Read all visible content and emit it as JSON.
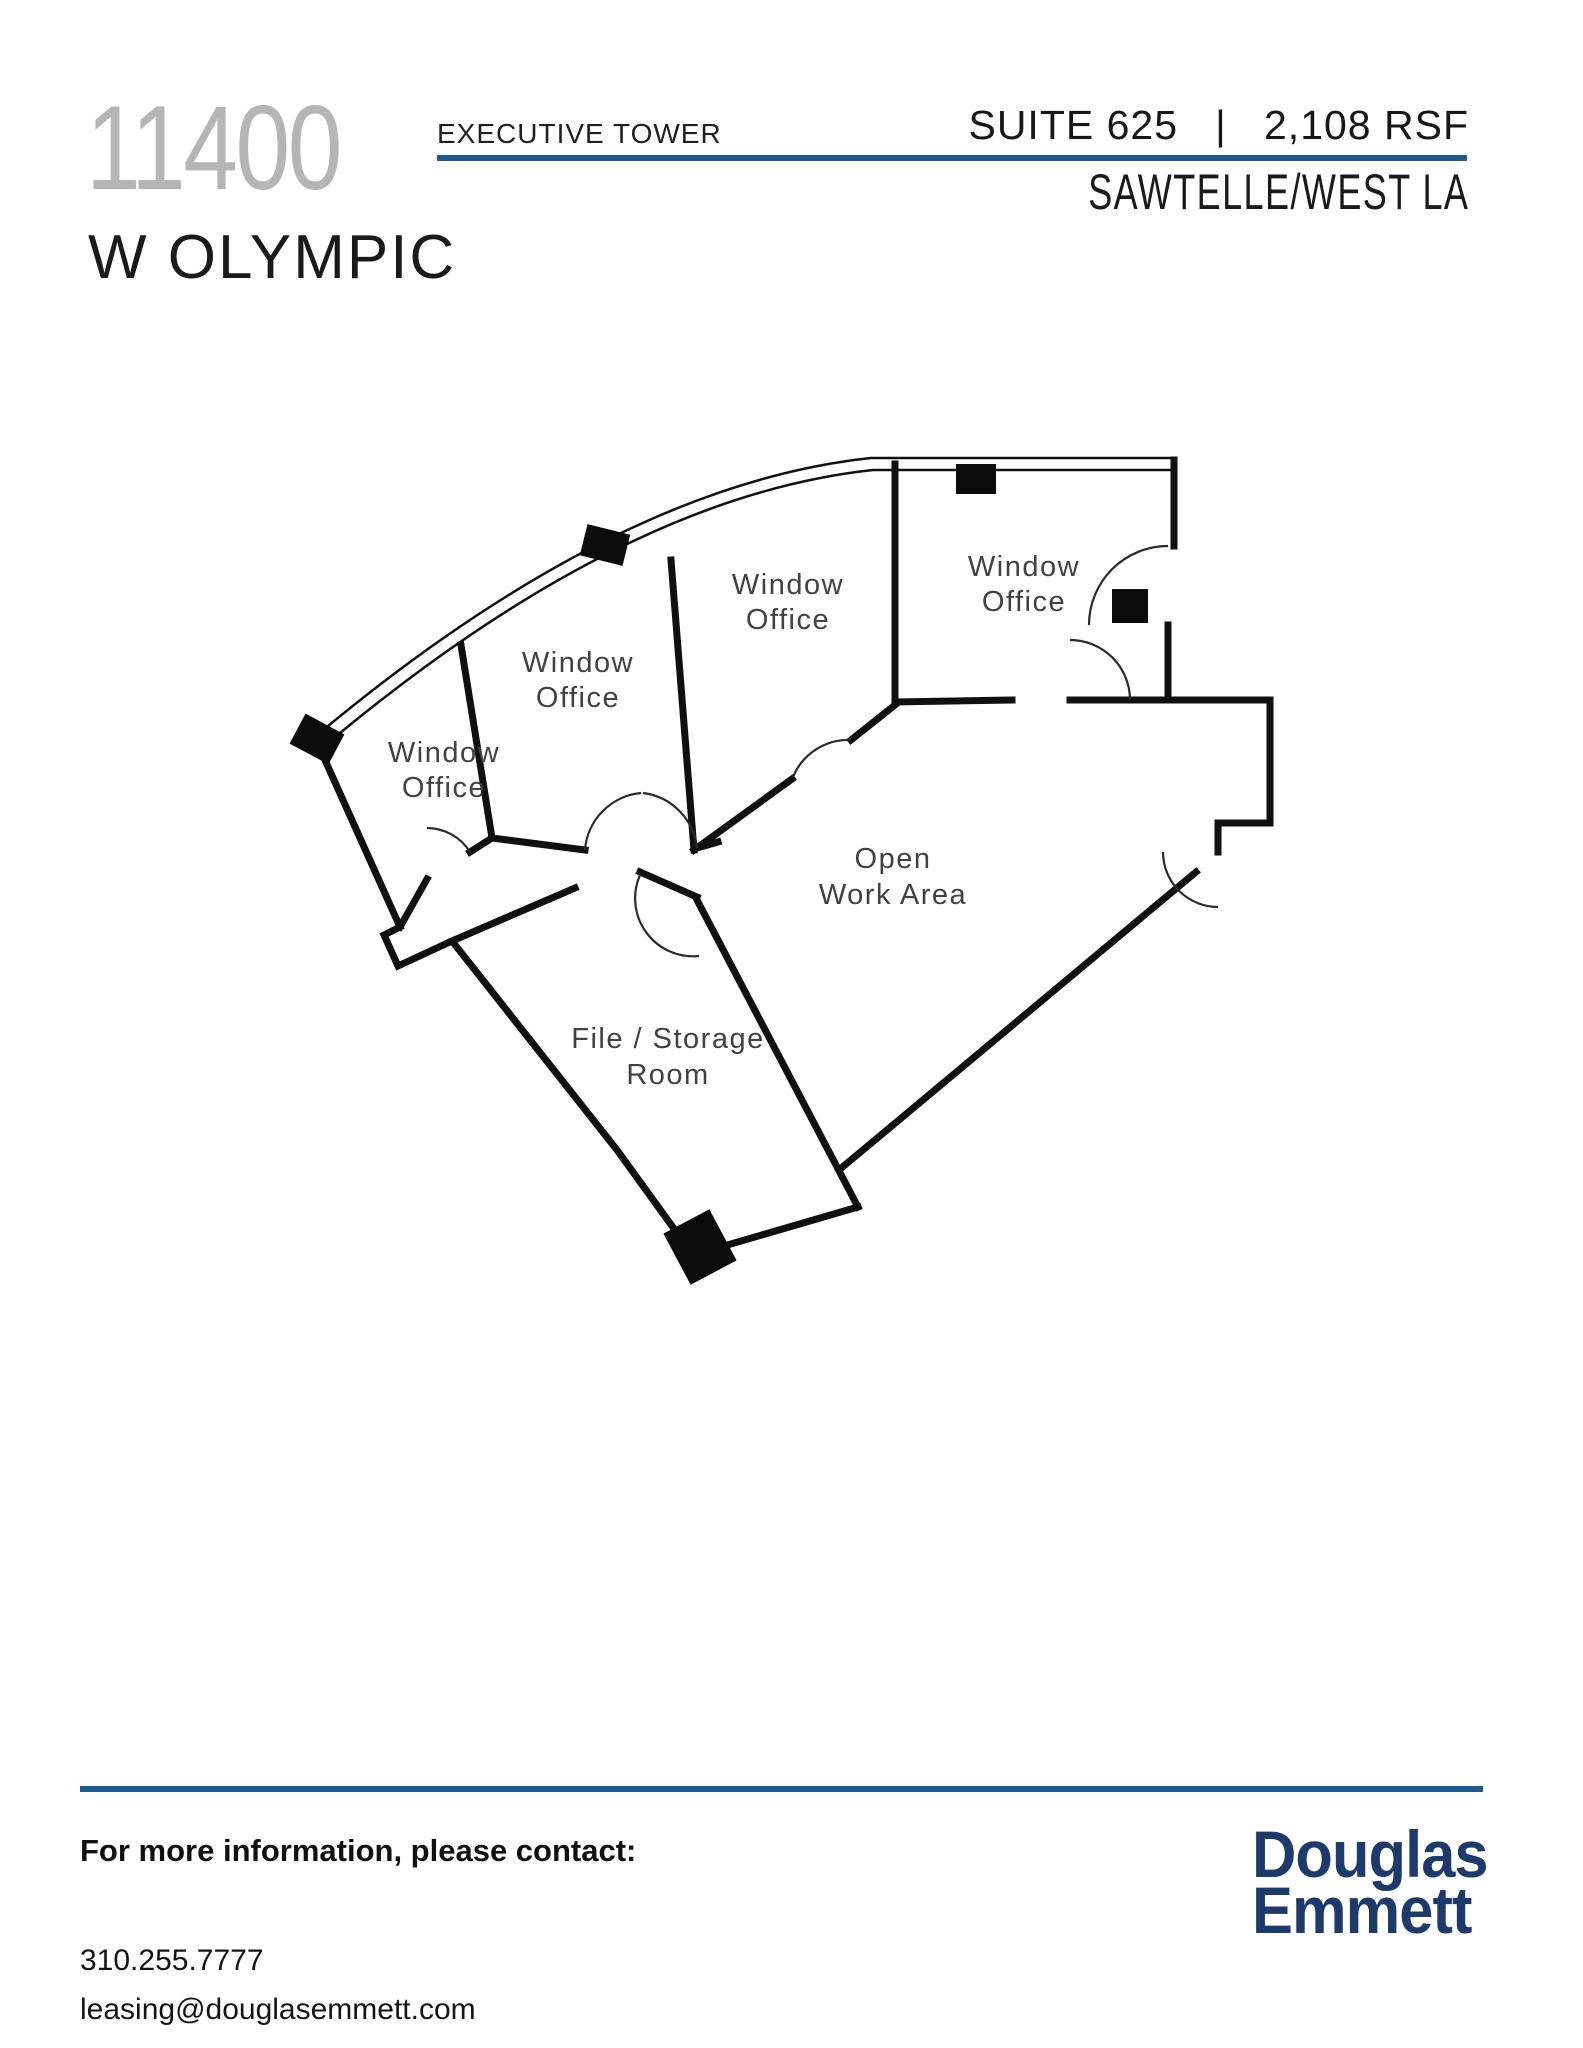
{
  "colors": {
    "accent_blue": "#1e5c8e",
    "logo_navy": "#1d3a6d",
    "building_number_gray": "#b5b5b5"
  },
  "header": {
    "building_number": "11400",
    "street": "W OLYMPIC",
    "building_name": "EXECUTIVE TOWER",
    "suite_info": "SUITE 625   |   2,108 RSF",
    "submarket": "SAWTELLE/WEST LA"
  },
  "floor_plan": {
    "rooms": {
      "window_office_1": {
        "line1": "Window",
        "line2": "Office"
      },
      "window_office_2": {
        "line1": "Window",
        "line2": "Office"
      },
      "window_office_3": {
        "line1": "Window",
        "line2": "Office"
      },
      "window_office_4": {
        "line1": "Window",
        "line2": "Office"
      },
      "open_work_area": {
        "line1": "Open",
        "line2": "Work Area"
      },
      "file_storage_room": {
        "line1": "File / Storage",
        "line2": "Room"
      }
    }
  },
  "footer": {
    "contact_heading": "For more information, please contact:",
    "phone": "310.255.7777",
    "email": "leasing@douglasemmett.com",
    "logo_line1": "Douglas",
    "logo_line2": "Emmett"
  }
}
